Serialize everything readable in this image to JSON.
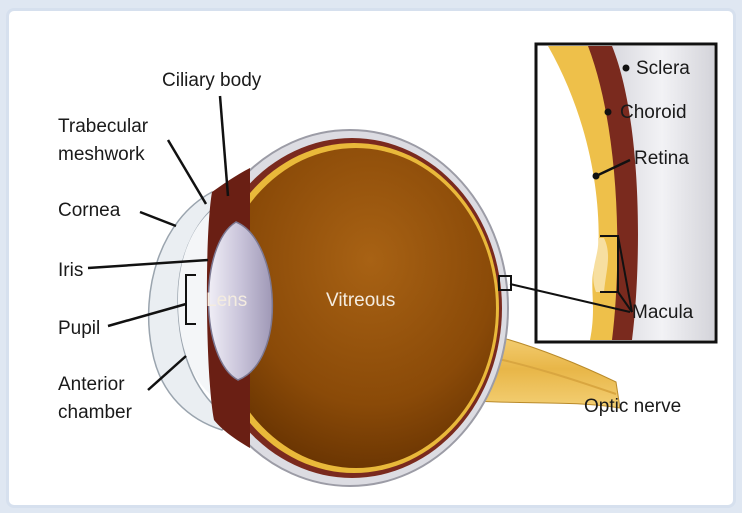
{
  "labels": {
    "ciliary_body": "Ciliary body",
    "trabecular_1": "Trabecular",
    "trabecular_2": "meshwork",
    "cornea": "Cornea",
    "iris": "Iris",
    "pupil": "Pupil",
    "anterior_1": "Anterior",
    "anterior_2": "chamber",
    "lens": "Lens",
    "vitreous": "Vitreous",
    "optic_nerve": "Optic nerve",
    "sclera": "Sclera",
    "choroid": "Choroid",
    "retina": "Retina",
    "macula": "Macula"
  },
  "colors": {
    "vitreous_dark": "#6a3300",
    "vitreous_light": "#a86214",
    "retina_yellow": "#f0c040",
    "choroid": "#7a2a1e",
    "sclera": "#e4e4e8",
    "cornea": "#e8eef3",
    "lens": "#c8c4d8",
    "optic_nerve": "#f2c76a"
  }
}
